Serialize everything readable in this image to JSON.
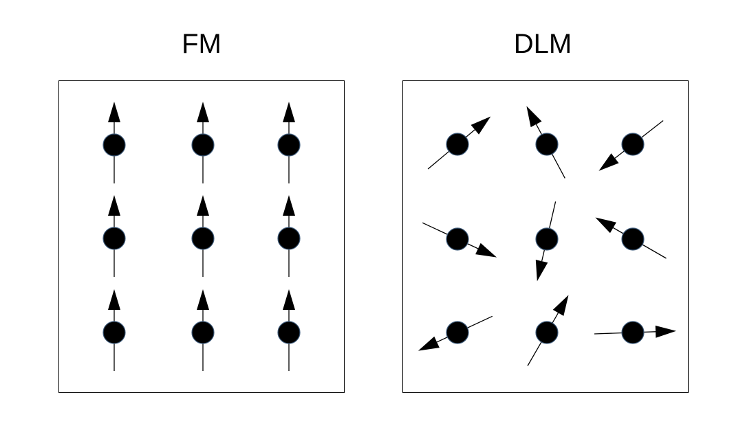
{
  "panels": {
    "fm": {
      "title": "FM"
    },
    "dlm": {
      "title": "DLM"
    }
  },
  "colors": {
    "atom_fill": "#000000",
    "atom_stroke": "#3d5a7a",
    "arrow": "#000000",
    "frame": "#000000"
  },
  "spins": {
    "fm_angles_deg": [
      90,
      90,
      90,
      90,
      90,
      90,
      90,
      90,
      90
    ],
    "dlm_angles_deg": [
      40,
      118,
      218,
      335,
      257,
      150,
      205,
      60,
      2
    ]
  }
}
